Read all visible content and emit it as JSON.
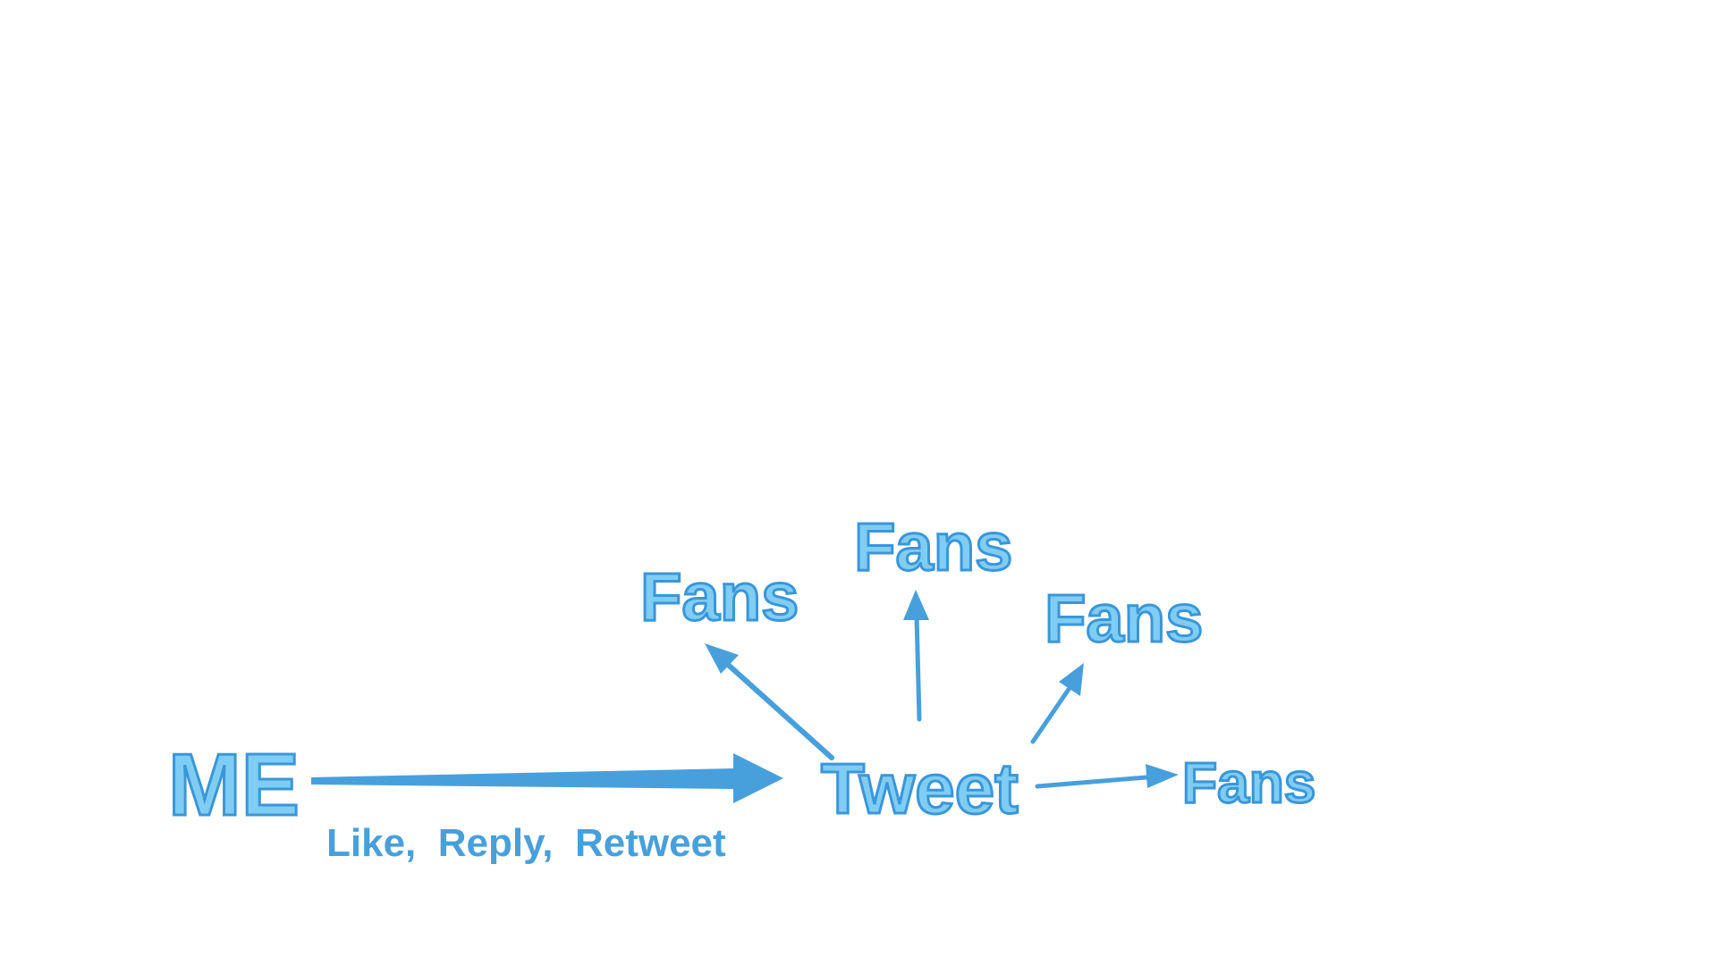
{
  "diagram": {
    "source_label": "ME",
    "edge_label": "Like,  Reply,  Retweet",
    "center_label": "Tweet",
    "target_labels": [
      "Fans",
      "Fans",
      "Fans",
      "Fans"
    ]
  },
  "colors": {
    "text_fill": "#7fcdf3",
    "text_outline": "#3a96d9",
    "arrow": "#47a0dc",
    "background": "#ffffff"
  }
}
